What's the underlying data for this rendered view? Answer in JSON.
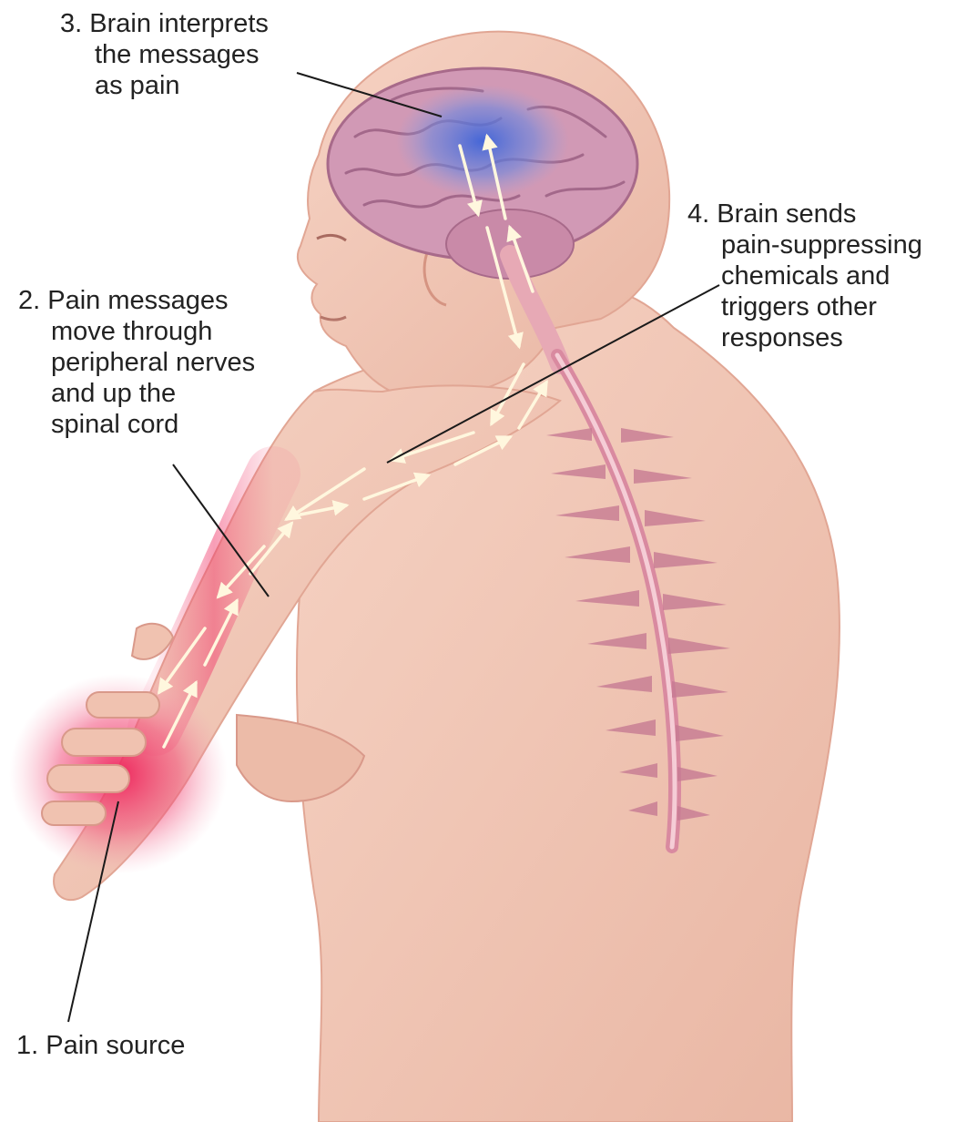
{
  "labels": {
    "brain_interprets": [
      "3. Brain interprets",
      "the messages",
      "as pain"
    ],
    "pain_messages": [
      "2. Pain messages",
      "move through",
      "peripheral nerves",
      "and up the",
      "spinal cord"
    ],
    "brain_sends": [
      "4. Brain sends",
      "pain-suppressing",
      "chemicals and",
      "triggers other",
      "responses"
    ],
    "pain_source": [
      "1. Pain source"
    ]
  },
  "colors": {
    "skin": "#f2c6b6",
    "skin_shadow": "#e2a592",
    "brain": "#c98aa8",
    "brain_active": "#5b7fd6",
    "pain_glow": "#ee2d64",
    "nerve_arrow": "#fff4d6",
    "spine": "#c77b93",
    "leader_line": "#1a1a1a"
  }
}
